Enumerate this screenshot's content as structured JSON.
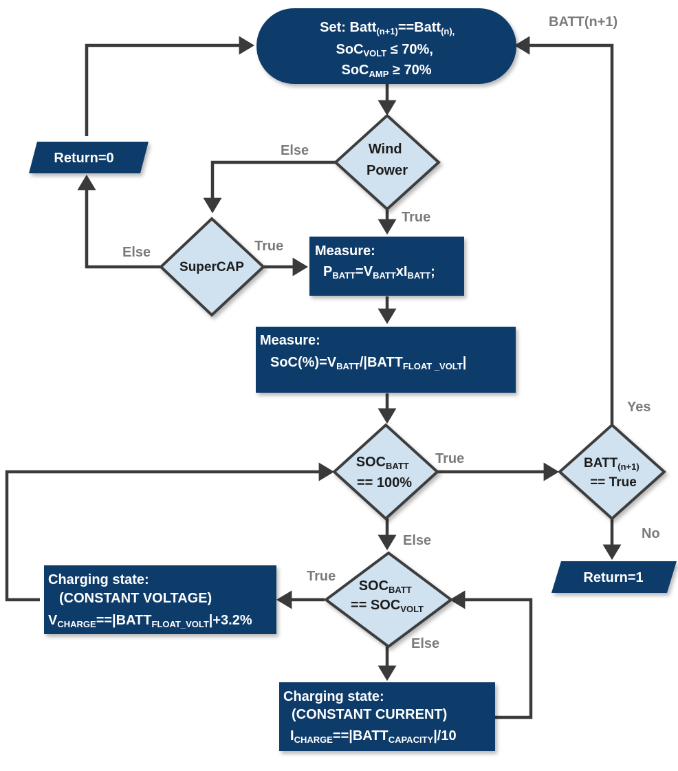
{
  "nodes": {
    "set": {
      "line1_pre": "Set: Batt",
      "line1_sub1": "(n+1)",
      "line1_mid": "==Batt",
      "line1_sub2": "(n),",
      "line2_pre": "SoC",
      "line2_sub": "VOLT",
      "line2_post": " ≤ 70%,",
      "line3_pre": "SoC",
      "line3_sub": "AMP",
      "line3_post": " ≥ 70%"
    },
    "return0": {
      "label": "Return=0"
    },
    "return1": {
      "label": "Return=1"
    },
    "wind": {
      "line1": "Wind",
      "line2": "Power"
    },
    "supercap": {
      "label": "SuperCAP"
    },
    "measure_p": {
      "title": "Measure:",
      "p": "P",
      "p_sub": "BATT",
      "eq": "=V",
      "v_sub": "BATT",
      "x": "xI",
      "i_sub": "BATT",
      "end": ";"
    },
    "measure_soc": {
      "title": "Measure:",
      "pre": "SoC(%)=V",
      "v_sub": "BATT",
      "mid": "/|BATT",
      "f_sub": "FLOAT _VOLT",
      "end": "|"
    },
    "soc100": {
      "pre": "SOC",
      "sub": "BATT",
      "line2": "== 100%"
    },
    "battn1": {
      "pre": "BATT",
      "sub": "(n+1)",
      "line2": "== True"
    },
    "socvolt": {
      "pre": "SOC",
      "sub": "BATT",
      "line2_pre": "== SOC",
      "line2_sub": "VOLT"
    },
    "cv": {
      "title": "Charging state:",
      "mode": "(CONSTANT VOLTAGE)",
      "pre": "V",
      "sub1": "CHARGE",
      "mid": "==|BATT",
      "sub2": "FLOAT_VOLT",
      "end": "|+3.2%"
    },
    "cc": {
      "title": "Charging state:",
      "mode": "(CONSTANT CURRENT)",
      "pre": "I",
      "sub1": "CHARGE",
      "mid": "==|BATT",
      "sub2": "CAPACITY",
      "end": "|/10"
    }
  },
  "edge_labels": {
    "batt_n1": "BATT(n+1)",
    "wind_else": "Else",
    "wind_true": "True",
    "super_else": "Else",
    "super_true": "True",
    "soc100_true": "True",
    "soc100_else": "Else",
    "yes": "Yes",
    "no": "No",
    "socvolt_true": "True",
    "socvolt_else": "Else"
  },
  "colors": {
    "dark_node": "#0f3a6b",
    "diamond_fill": "#d0e2f0",
    "line": "#3a3a3a",
    "edge_label": "#7a7a7a"
  }
}
